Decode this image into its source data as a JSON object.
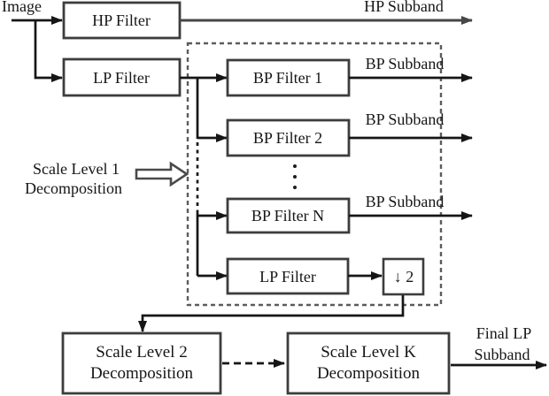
{
  "input": {
    "label": "Image"
  },
  "level1": {
    "hp_filter": "HP Filter",
    "hp_subband": "HP Subband",
    "lp_filter": "LP Filter",
    "annotation": {
      "line1": "Scale Level 1",
      "line2": "Decomposition"
    },
    "bank": {
      "bp_filter_1": "BP Filter 1",
      "bp_subband_1": "BP Subband",
      "bp_filter_2": "BP Filter 2",
      "bp_subband_2": "BP Subband",
      "ellipsis": "⋮",
      "bp_filter_n": "BP Filter N",
      "bp_subband_n": "BP Subband",
      "lp_filter": "LP Filter",
      "downsample": "↓ 2"
    }
  },
  "cascade": {
    "scale_level_2": {
      "line1": "Scale Level 2",
      "line2": "Decomposition"
    },
    "scale_level_k": {
      "line1": "Scale Level K",
      "line2": "Decomposition"
    },
    "final_output": {
      "line1": "Final LP",
      "line2": "Subband"
    }
  },
  "colors": {
    "background": "#ffffff",
    "box_border": "#3d3d3d",
    "wire": "#161616",
    "wire_gray": "#474747",
    "dashed_region_border": "#5c5c5c",
    "text": "#161616"
  }
}
